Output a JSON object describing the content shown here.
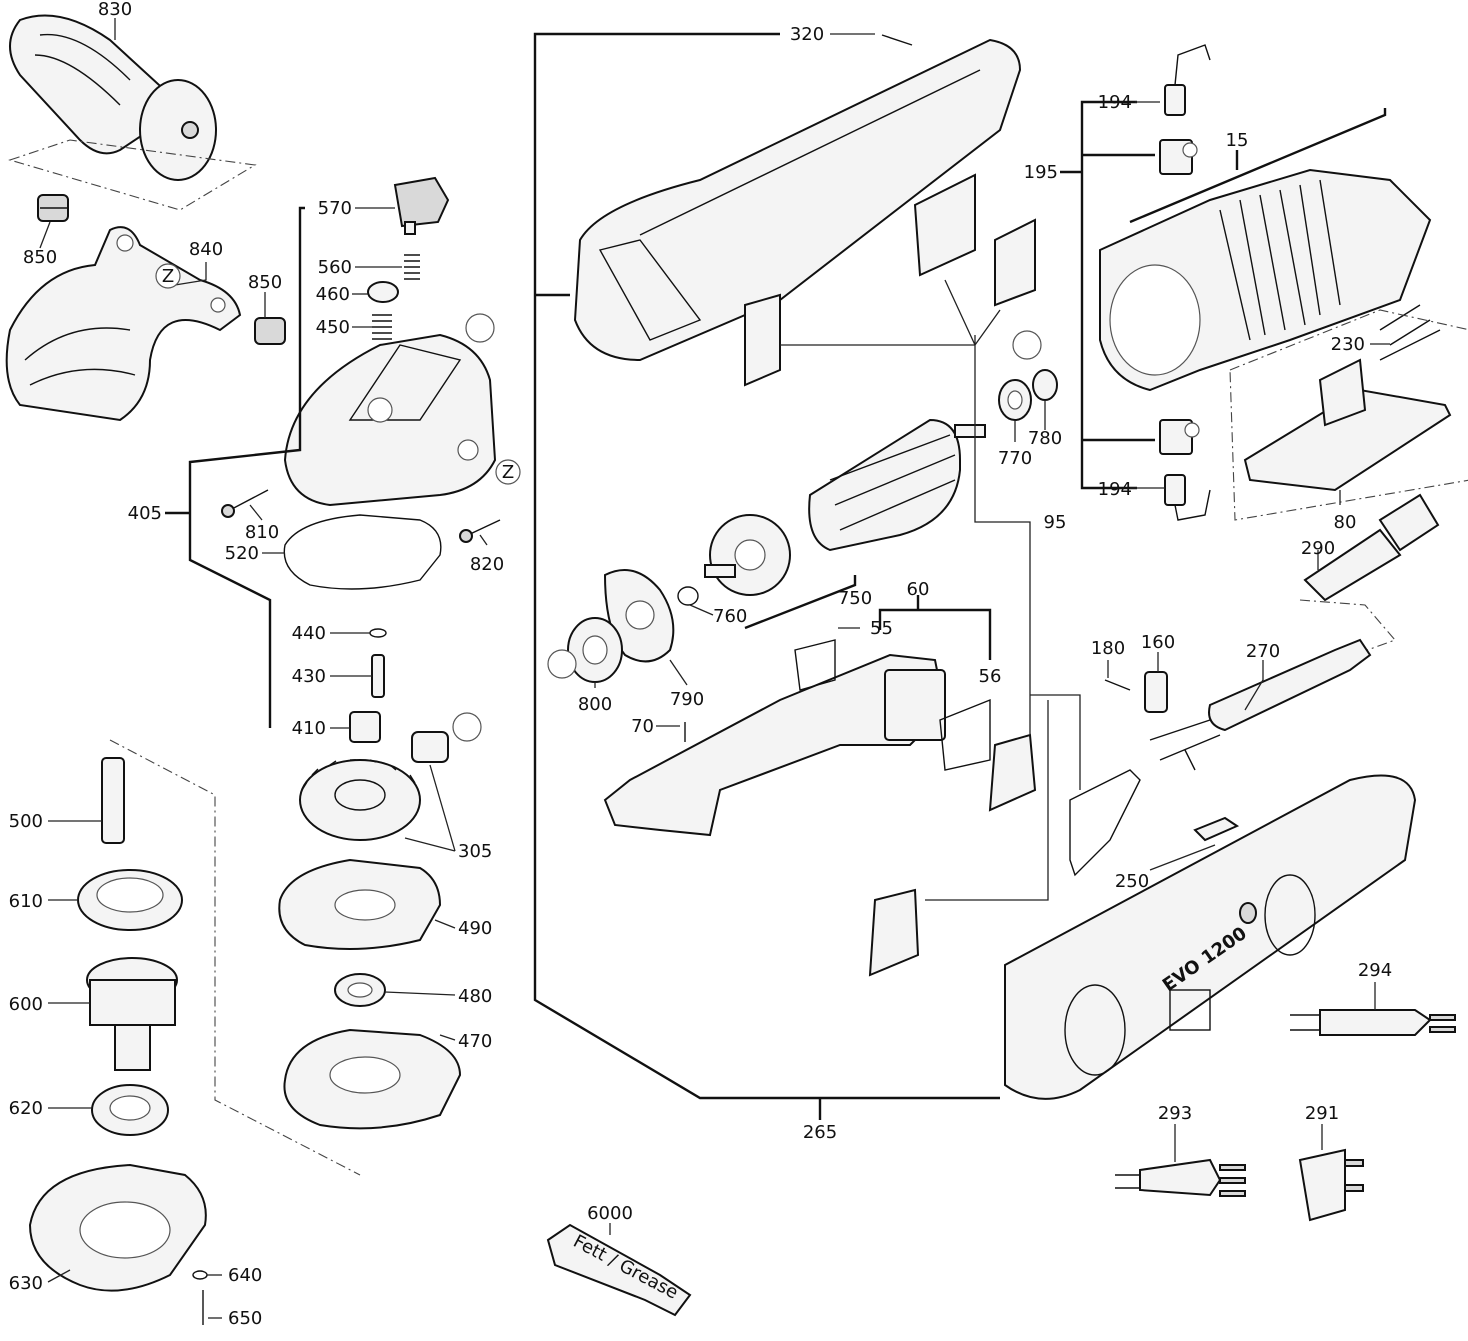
{
  "labels": {
    "p830": "830",
    "p850a": "850",
    "p840": "840",
    "p850b": "850",
    "p570": "570",
    "p560": "560",
    "p460": "460",
    "p450": "450",
    "p405": "405",
    "p810": "810",
    "p520": "520",
    "p820": "820",
    "p440": "440",
    "p430": "430",
    "p410": "410",
    "p305": "305",
    "p490": "490",
    "p480": "480",
    "p470": "470",
    "p500": "500",
    "p610": "610",
    "p600": "600",
    "p620": "620",
    "p630": "630",
    "p640": "640",
    "p650": "650",
    "p320": "320",
    "p770": "770",
    "p780": "780",
    "p95": "95",
    "p750": "750",
    "p760": "760",
    "p800": "800",
    "p790": "790",
    "p70": "70",
    "p60": "60",
    "p55": "55",
    "p56": "56",
    "p265": "265",
    "p6000": "6000",
    "p194a": "194",
    "p195": "195",
    "p15": "15",
    "p230": "230",
    "p194b": "194",
    "p80": "80",
    "p290": "290",
    "p180": "180",
    "p160": "160",
    "p270": "270",
    "p250": "250",
    "p294": "294",
    "p293": "293",
    "p291": "291"
  },
  "markers": {
    "z1": "Z",
    "z2": "Z"
  },
  "printed_text": {
    "grease_tube": "Fett / Grease",
    "housing_model": "EVO 1200"
  },
  "icons": [
    "support-handle",
    "guard",
    "cap-screw",
    "spindle-lock-button",
    "spring",
    "gear-housing",
    "screw",
    "gasket",
    "o-ring",
    "pin",
    "needle-sleeve",
    "bevel-gear",
    "pinion",
    "bearing-plate",
    "ball-bearing",
    "bearing-flange",
    "spindle",
    "seal-ring",
    "bearing-housing",
    "base-plate",
    "washer",
    "housing-shell",
    "armature",
    "fan-bearing-retainer",
    "field-coil",
    "carbon-brush",
    "brush-holder",
    "spring-clip",
    "electronics-module",
    "cable-with-plug",
    "cable-clamp",
    "cable-sleeve",
    "motor-housing",
    "handle-frame",
    "switch-slider",
    "grease-tube",
    "euro-plug",
    "swiss-plug",
    "uk-plug"
  ]
}
